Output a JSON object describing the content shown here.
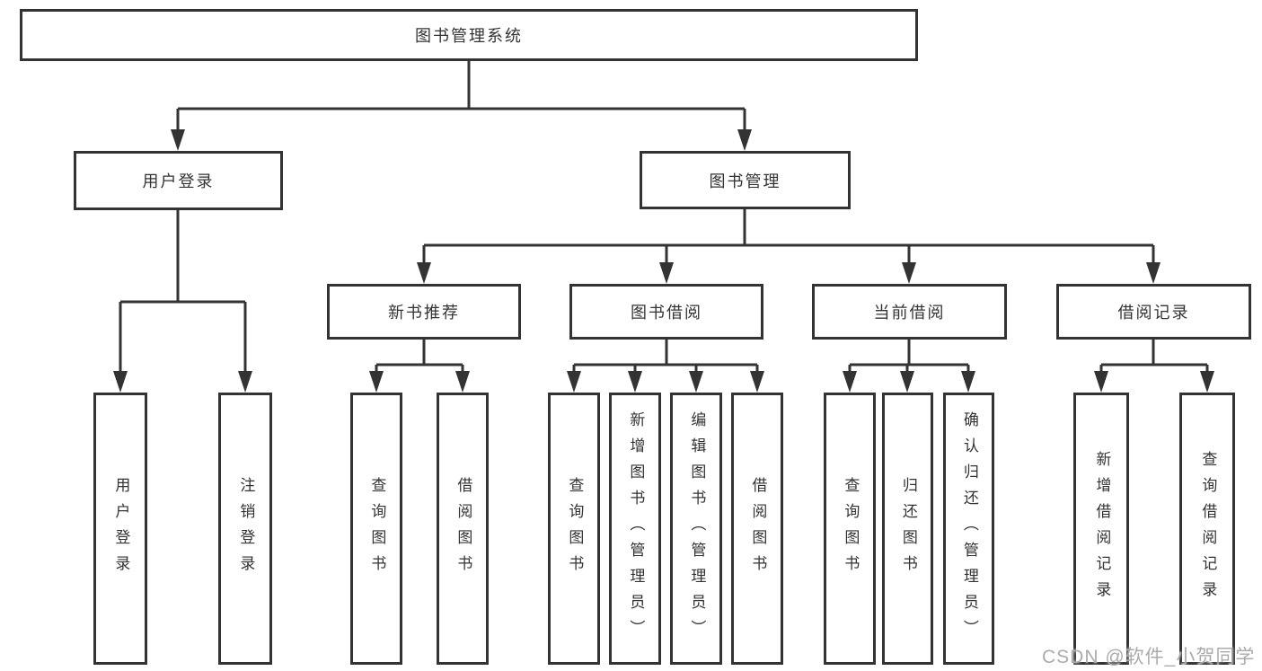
{
  "diagram": {
    "root": "图书管理系统",
    "user_login": {
      "label": "用户登录",
      "children": [
        "用户登录",
        "注销登录"
      ]
    },
    "book_mgmt": {
      "label": "图书管理",
      "sections": {
        "new_books": {
          "label": "新书推荐",
          "children": [
            "查询图书",
            "借阅图书"
          ]
        },
        "borrowing": {
          "label": "图书借阅",
          "children": [
            "查询图书",
            "新增图书（管理员）",
            "编辑图书（管理员）",
            "借阅图书"
          ]
        },
        "current": {
          "label": "当前借阅",
          "children": [
            "查询图书",
            "归还图书",
            "确认归还（管理员）"
          ]
        },
        "records": {
          "label": "借阅记录",
          "children": [
            "新增借阅记录",
            "查询借阅记录"
          ]
        }
      }
    }
  },
  "watermark": "CSDN @软件_小贺同学",
  "colors": {
    "line": "#333333",
    "text": "#333333",
    "watermark": "#ababab",
    "background": "#ffffff"
  }
}
